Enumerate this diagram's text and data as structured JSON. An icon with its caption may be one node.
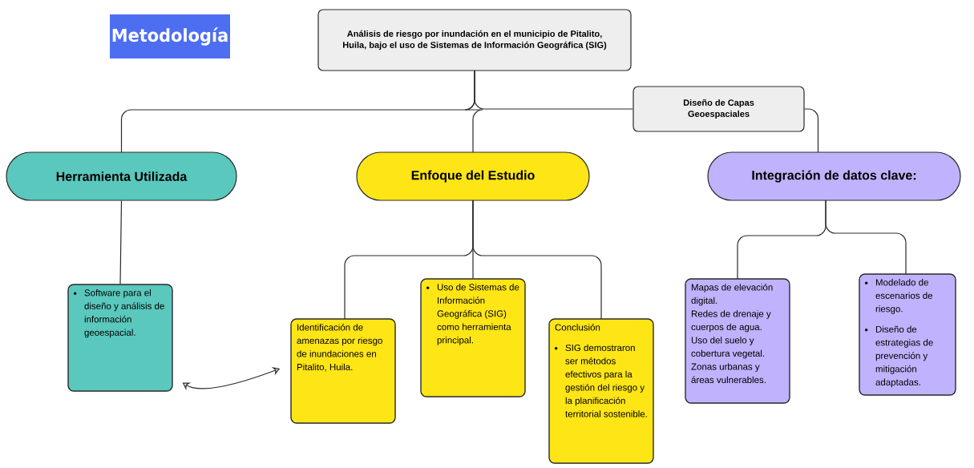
{
  "diagram": {
    "title": "Metodología",
    "nodes": [
      {
        "text": [
          "Análisis de riesgo por inundación en el municipio de Pitalito, Huila, bajo el uso de Sistemas de Información Geográfica (SIG)"
        ]
      },
      {
        "text": [
          "Diseño de Capas Geoespaciales"
        ]
      },
      {
        "text": [
          "Herramienta Utilizada"
        ]
      },
      {
        "text": [
          "Enfoque del Estudio"
        ]
      },
      {
        "text": [
          "Integración de datos clave:"
        ]
      },
      {
        "text": [
          "Software para el diseño y análisis de información geoespacial."
        ]
      },
      {
        "text": [
          "Identificación de amenazas por riesgo de inundaciones en Pitalito, Huila."
        ]
      },
      {
        "text": [
          "Uso de Sistemas de Información Geográfica (SIG) como herramienta principal."
        ]
      },
      {
        "text": [
          "Conclusión",
          "SIG demostraron ser métodos efectivos para la gestión del riesgo y la planificación territorial sostenible."
        ]
      },
      {
        "text": [
          "Mapas de elevación digital.",
          "Redes de drenaje y cuerpos de agua.",
          "Uso del suelo y cobertura vegetal.",
          "Zonas urbanas y áreas vulnerables."
        ]
      },
      {
        "text": [
          "Modelado de escenarios de riesgo.",
          "Diseño de estrategias de prevención y mitigación adaptadas."
        ]
      }
    ],
    "edges": [
      {
        "from": 0,
        "to": 2,
        "arrow": "none"
      },
      {
        "from": 0,
        "to": 3,
        "arrow": "none"
      },
      {
        "from": 0,
        "to": 1,
        "arrow": "none"
      },
      {
        "from": 1,
        "to": 4,
        "arrow": "none"
      },
      {
        "from": 2,
        "to": 5,
        "arrow": "none"
      },
      {
        "from": 3,
        "to": 6,
        "arrow": "none"
      },
      {
        "from": 3,
        "to": 7,
        "arrow": "none"
      },
      {
        "from": 3,
        "to": 8,
        "arrow": "none"
      },
      {
        "from": 4,
        "to": 9,
        "arrow": "none"
      },
      {
        "from": 4,
        "to": 10,
        "arrow": "none"
      },
      {
        "from": 5,
        "to": 6,
        "arrow": "both"
      }
    ]
  }
}
